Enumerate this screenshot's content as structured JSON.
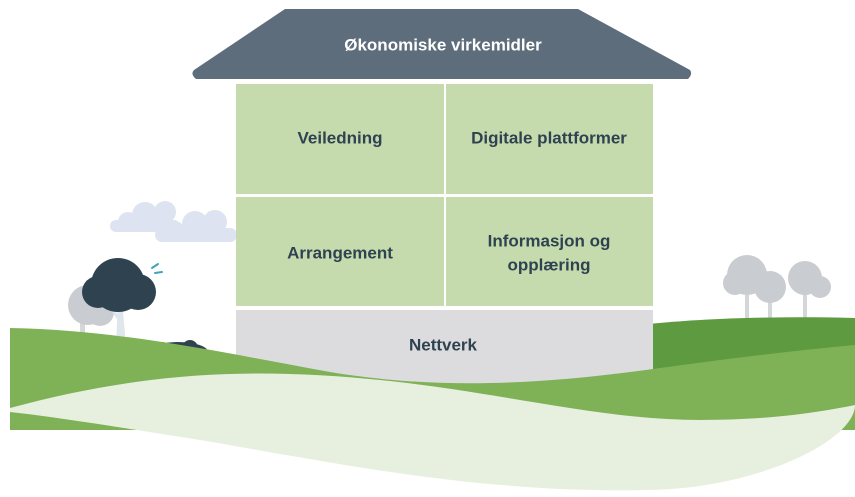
{
  "roof": {
    "label": "Økonomiske virkemidler"
  },
  "rooms": {
    "top_left": "Veiledning",
    "top_right": "Digitale plattformer",
    "middle_left": "Arrangement",
    "middle_right_line1": "Informasjon og",
    "middle_right_line2": "opplæring"
  },
  "foundation": {
    "label": "Nettverk"
  },
  "colors": {
    "roof": "#5e6d7b",
    "room_fill": "#c5dbad",
    "foundation_fill": "#dcdcde",
    "text_dark": "#2f4250",
    "text_light": "#ffffff",
    "hill_green": "#7fb257",
    "hill_dark_green": "#5e9a3f",
    "hill_light": "#e7f0df",
    "tree_dark": "#2f4250",
    "tree_grey": "#c9ccd0",
    "cloud": "#dde3f0"
  }
}
